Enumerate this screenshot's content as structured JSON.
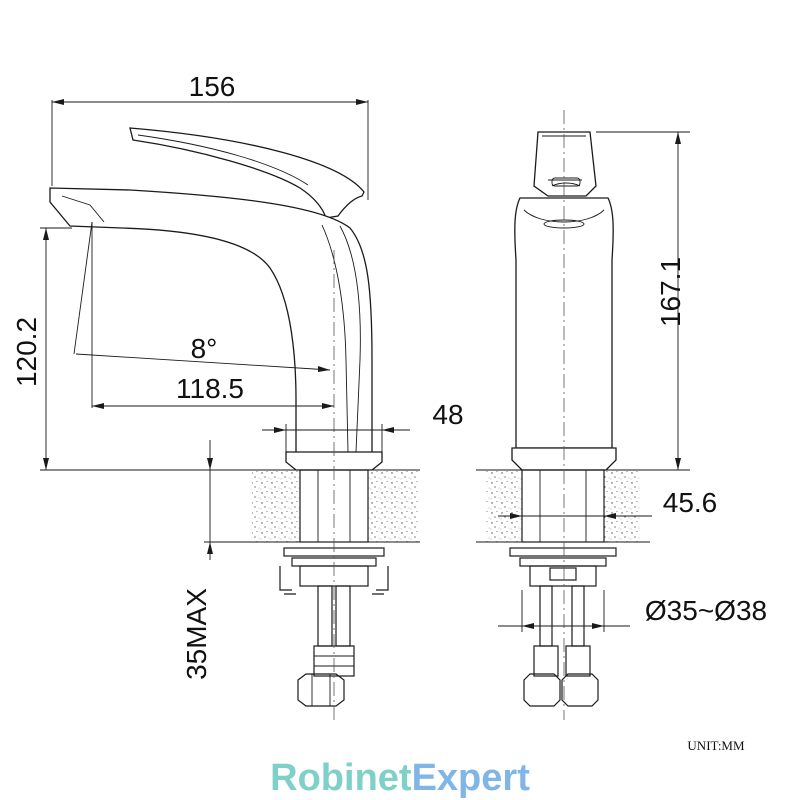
{
  "dimensions": {
    "overall_width": "156",
    "spout_height": "120.2",
    "angle": "8°",
    "spout_reach": "118.5",
    "base_diameter": "48",
    "total_height": "167.1",
    "shank_diameter": "45.6",
    "hole_diameter": "Ø35~Ø38",
    "max_counter_thickness": "35MAX"
  },
  "unit_label": "UNIT:MM",
  "brand": {
    "part1": "Robinet",
    "part2": "Expert",
    "color1": "#7fd0c8",
    "color2": "#7fb6e6"
  }
}
